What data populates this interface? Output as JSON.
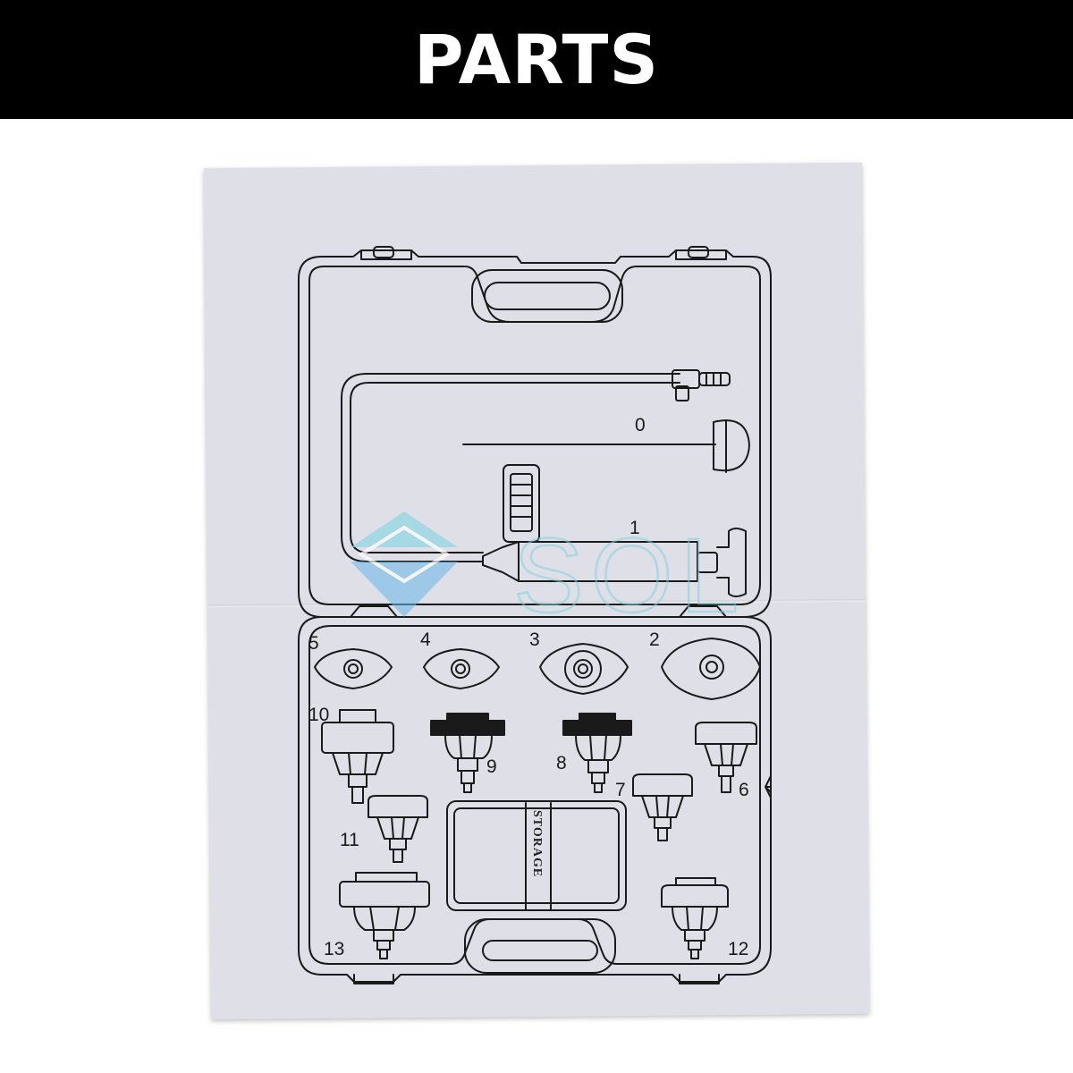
{
  "banner": {
    "title": "PARTS"
  },
  "labels": {
    "l0": "0",
    "l1": "1",
    "l2": "2",
    "l3": "3",
    "l4": "4",
    "l5": "5",
    "l6": "6",
    "l7": "7",
    "l8": "8",
    "l9": "9",
    "l10": "10",
    "l11": "11",
    "l12": "12",
    "l13": "13"
  },
  "storage_label": "STORAGE",
  "watermark": {
    "text": "SOL",
    "color": "#7fd0dc"
  },
  "colors": {
    "banner_bg": "#000000",
    "banner_text": "#ffffff",
    "paper": "#dfdfe7",
    "line": "#1a1a1a"
  }
}
